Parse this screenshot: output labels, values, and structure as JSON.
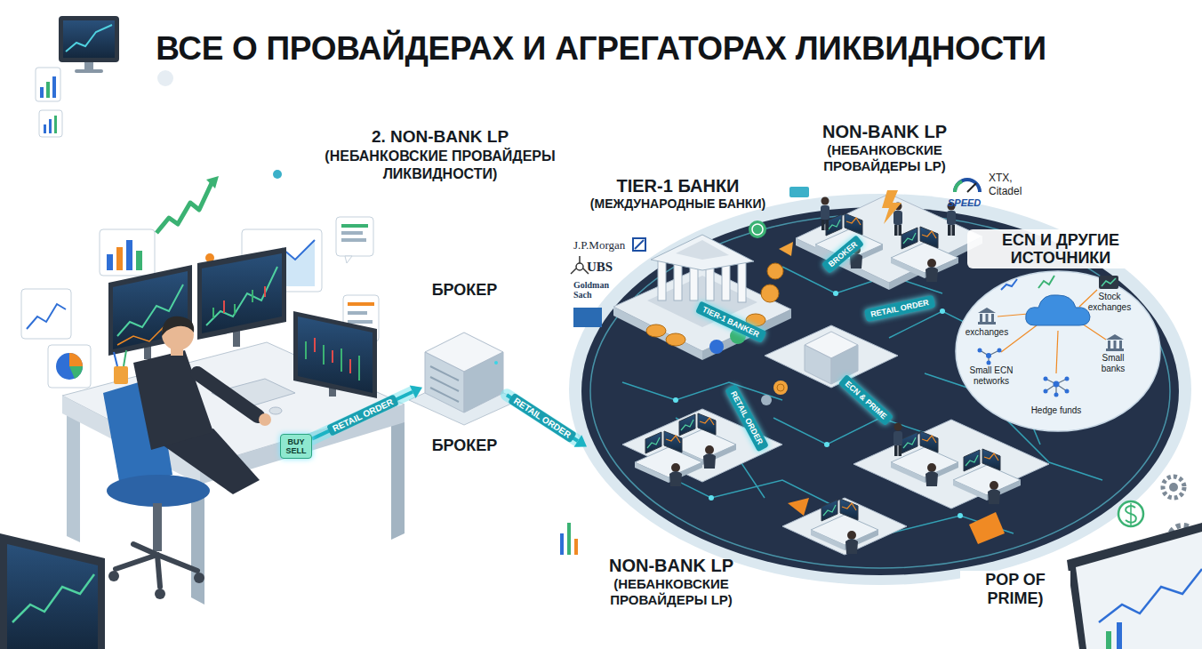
{
  "diagram": {
    "title": "ВСЕ О ПРОВАЙДЕРАХ И АГРЕГАТОРАХ ЛИКВИДНОСТИ",
    "nodes": [
      {
        "text": [
          "BUY SELL"
        ]
      },
      {
        "text": [
          "БРОКЕР",
          "БРОКЕР"
        ]
      },
      {
        "text": [
          "TIER-1 БАНКИ",
          "(МЕЖДУНАРОДНЫЕ БАНКИ)"
        ]
      },
      {
        "text": [
          "NON-BANK LP",
          "(НЕБАНКОВСКИЕ ПРОВАЙДЕРЫ LP)"
        ]
      },
      {
        "text": [
          "ECN И ДРУГИЕ ИСТОЧНИКИ"
        ]
      },
      {
        "text": [
          "NON-BANK LP",
          "(НЕБАНКОВСКИЕ ПРОВАЙДЕРЫ LP)"
        ]
      }
    ],
    "edges": [
      {
        "from": 0,
        "to": 1,
        "label": "RETAIL ORDER",
        "arrow": "to"
      },
      {
        "from": 1,
        "to": 5,
        "label": "RETAIL ORDER",
        "arrow": "to"
      }
    ],
    "labels": [
      "2. NON-BANK LP",
      "(НЕБАНКОВСКИЕ ПРОВАЙДЕРЫ ЛИКВИДНОСТИ)",
      "J.P.Morgan",
      "UBS",
      "Goldman Sach",
      "SPEED",
      "XTX, Citadel",
      "exchanges",
      "Stock exchanges",
      "Small ECN networks",
      "Small banks",
      "Hedge funds",
      "TIER-1 BANKER",
      "BROKER",
      "RETAIL ORDER",
      "RETAIL ORDER",
      "ECN & PRIME",
      "POP OF PRIME)"
    ]
  }
}
